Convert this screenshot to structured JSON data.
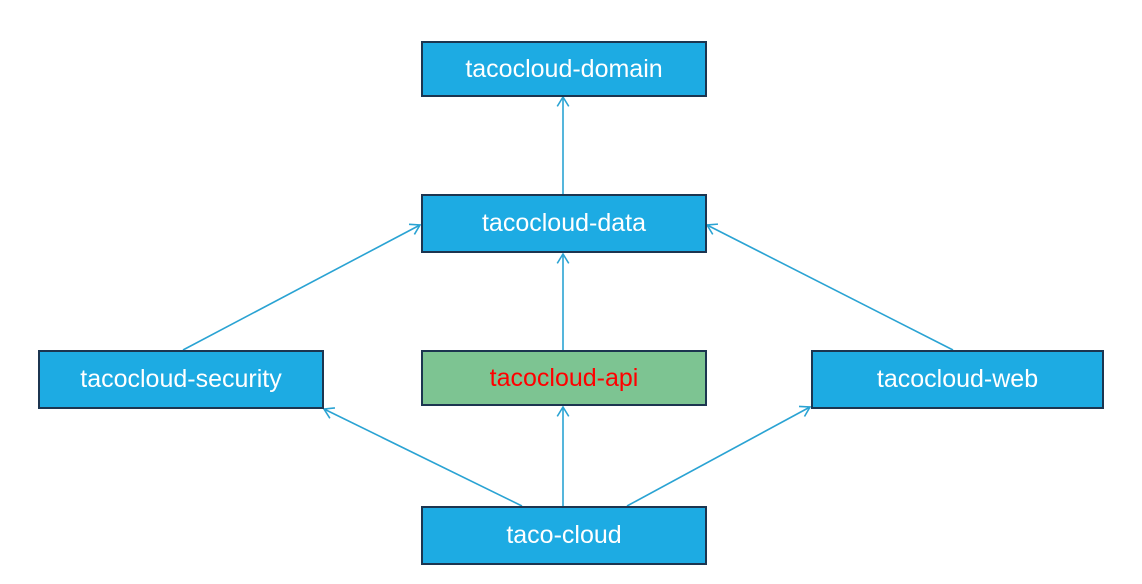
{
  "colors": {
    "node_fill": "#1dabe3",
    "highlight_fill": "#7dc492",
    "highlight_text": "#ff0000",
    "node_text": "#ffffff",
    "node_border": "#1c3550",
    "edge": "#2aa3d3"
  },
  "nodes": {
    "domain": "tacocloud-domain",
    "data": "tacocloud-data",
    "security": "tacocloud-security",
    "api": "tacocloud-api",
    "web": "tacocloud-web",
    "taco": "taco-cloud"
  },
  "highlighted_node": "api",
  "edges": [
    {
      "from": "data",
      "to": "domain"
    },
    {
      "from": "security",
      "to": "data"
    },
    {
      "from": "api",
      "to": "data"
    },
    {
      "from": "web",
      "to": "data"
    },
    {
      "from": "taco",
      "to": "security"
    },
    {
      "from": "taco",
      "to": "api"
    },
    {
      "from": "taco",
      "to": "web"
    }
  ]
}
